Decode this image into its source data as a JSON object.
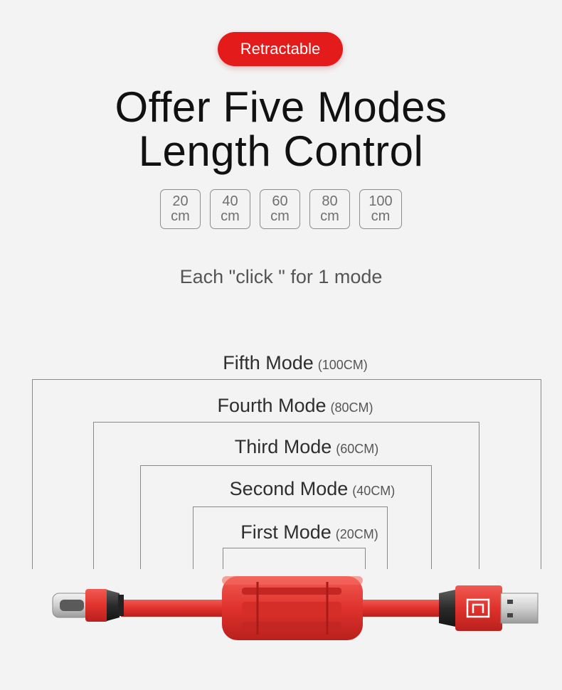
{
  "badge": "Retractable",
  "title": {
    "line1": "Offer Five Modes",
    "line2": "Length Control"
  },
  "lengths": [
    {
      "num": "20",
      "unit": "cm"
    },
    {
      "num": "40",
      "unit": "cm"
    },
    {
      "num": "60",
      "unit": "cm"
    },
    {
      "num": "80",
      "unit": "cm"
    },
    {
      "num": "100",
      "unit": "cm"
    }
  ],
  "subtitle": "Each \"click \" for 1 mode",
  "modes": [
    {
      "name": "Fifth Mode",
      "length": "(100CM)"
    },
    {
      "name": "Fourth Mode",
      "length": "(80CM)"
    },
    {
      "name": "Third Mode",
      "length": "(60CM)"
    },
    {
      "name": "Second Mode",
      "length": "(40CM)"
    },
    {
      "name": "First Mode",
      "length": "(20CM)"
    }
  ],
  "colors": {
    "accent": "#e31b1b",
    "cable_red": "#e43a36",
    "background": "#f3f3f3"
  },
  "icons": [
    "usb-c-connector-icon",
    "usb-a-connector-icon",
    "retractable-reel-icon",
    "brand-logo-icon"
  ]
}
